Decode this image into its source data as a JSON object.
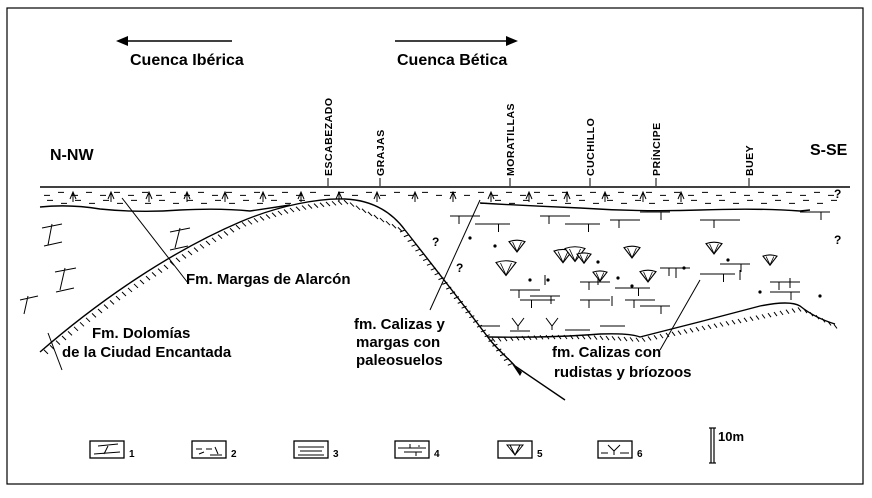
{
  "basins": {
    "left": "Cuenca Ibérica",
    "right": "Cuenca Bética"
  },
  "directions": {
    "left": "N-NW",
    "right": "S-SE"
  },
  "localities": [
    "ESCABEZADO",
    "GRAJAS",
    "MORATILLAS",
    "CUCHILLO",
    "PRÍNCIPE",
    "BUEY"
  ],
  "formations": {
    "alarcon": "Fm. Margas de Alarcón",
    "dolomias_1": "Fm. Dolomías",
    "dolomias_2": "de la Ciudad Encantada",
    "paleosuelos_1": "fm. Calizas y",
    "paleosuelos_2": "margas con",
    "paleosuelos_3": "paleosuelos",
    "rudistas_1": "fm. Calizas con",
    "rudistas_2": "rudistas y bríozoos"
  },
  "query_marks": [
    "?",
    "?",
    "?",
    "?"
  ],
  "legend": {
    "items": [
      "1",
      "2",
      "3",
      "4",
      "5",
      "6"
    ]
  },
  "scale_bar": "10m"
}
